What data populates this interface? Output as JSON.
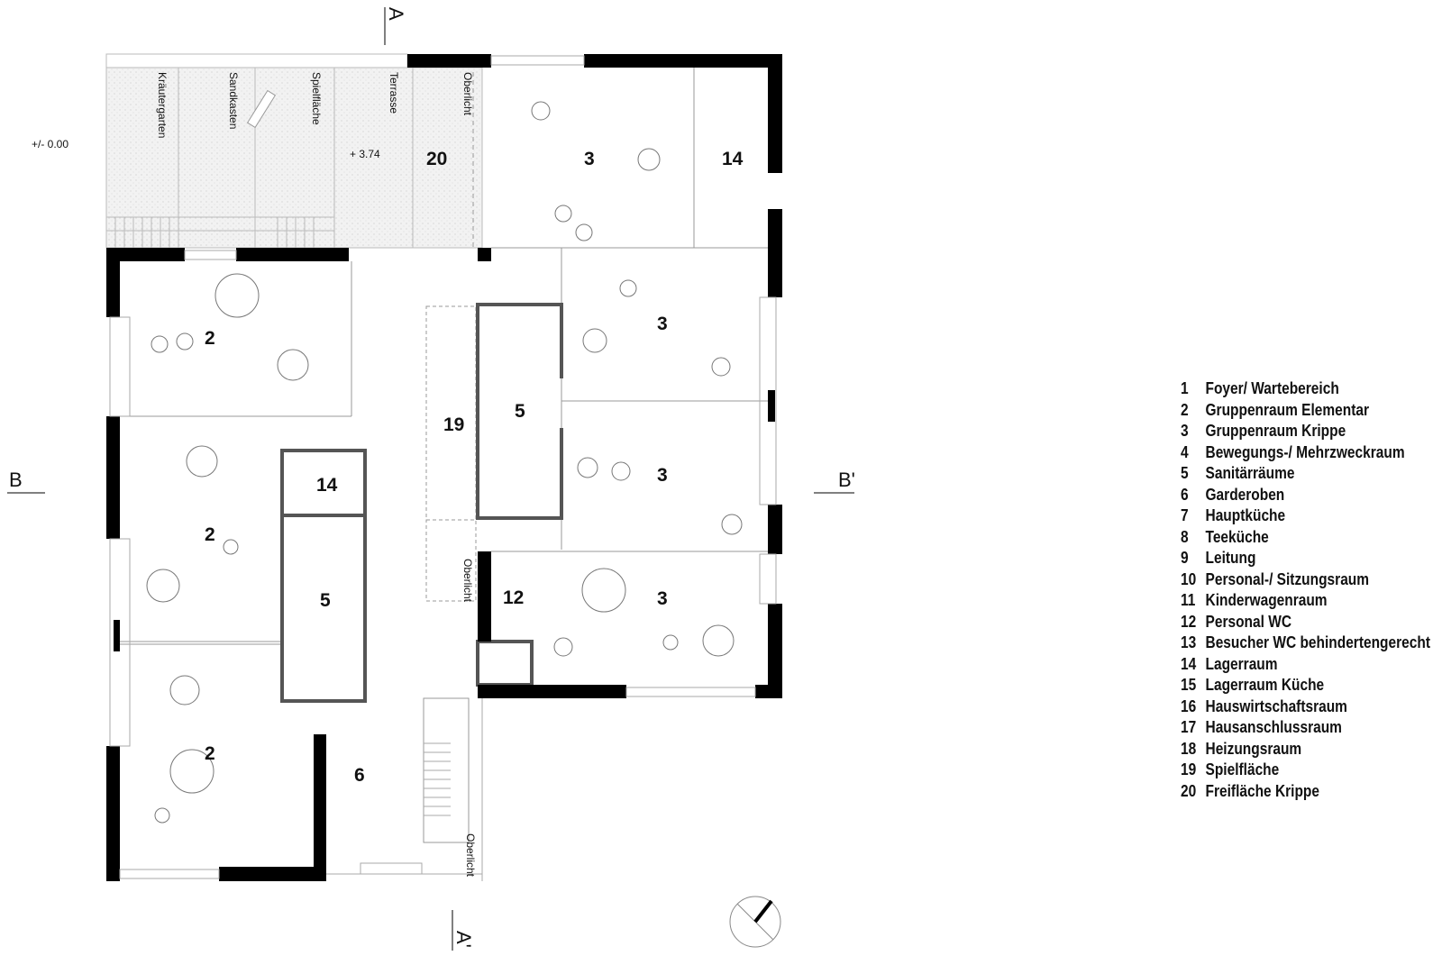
{
  "annotations": {
    "level_outside": "+/- 0.00",
    "level_terrace": "+ 3.74",
    "kraeutergarten": "Kräutergarten",
    "sandkasten": "Sandkasten",
    "spielflaeche": "Spielfläche",
    "terrasse": "Terrasse",
    "oberlicht": "Oberlicht"
  },
  "section_markers": {
    "a": "A",
    "a_prime": "A'",
    "b": "B",
    "b_prime": "B'"
  },
  "rooms": {
    "r20": "20",
    "r3a": "3",
    "r14a": "14",
    "r2a": "2",
    "r3b": "3",
    "r19": "19",
    "r5a": "5",
    "r3c": "3",
    "r14b": "14",
    "r2b": "2",
    "r5b": "5",
    "r12": "12",
    "r3d": "3",
    "r2c": "2",
    "r6": "6"
  },
  "legend": [
    {
      "num": "1",
      "label": "Foyer/ Wartebereich"
    },
    {
      "num": "2",
      "label": "Gruppenraum Elementar"
    },
    {
      "num": "3",
      "label": "Gruppenraum Krippe"
    },
    {
      "num": "4",
      "label": "Bewegungs-/ Mehrzweckraum"
    },
    {
      "num": "5",
      "label": "Sanitärräume"
    },
    {
      "num": "6",
      "label": "Garderoben"
    },
    {
      "num": "7",
      "label": "Hauptküche"
    },
    {
      "num": "8",
      "label": "Teeküche"
    },
    {
      "num": "9",
      "label": "Leitung"
    },
    {
      "num": "10",
      "label": "Personal-/ Sitzungsraum"
    },
    {
      "num": "11",
      "label": "Kinderwagenraum"
    },
    {
      "num": "12",
      "label": "Personal WC"
    },
    {
      "num": "13",
      "label": "Besucher WC behindertengerecht"
    },
    {
      "num": "14",
      "label": "Lagerraum"
    },
    {
      "num": "15",
      "label": "Lagerraum Küche"
    },
    {
      "num": "16",
      "label": "Hauswirtschaftsraum"
    },
    {
      "num": "17",
      "label": "Hausanschlussraum"
    },
    {
      "num": "18",
      "label": "Heizungsraum"
    },
    {
      "num": "19",
      "label": "Spielfläche"
    },
    {
      "num": "20",
      "label": "Freifläche Krippe"
    }
  ]
}
